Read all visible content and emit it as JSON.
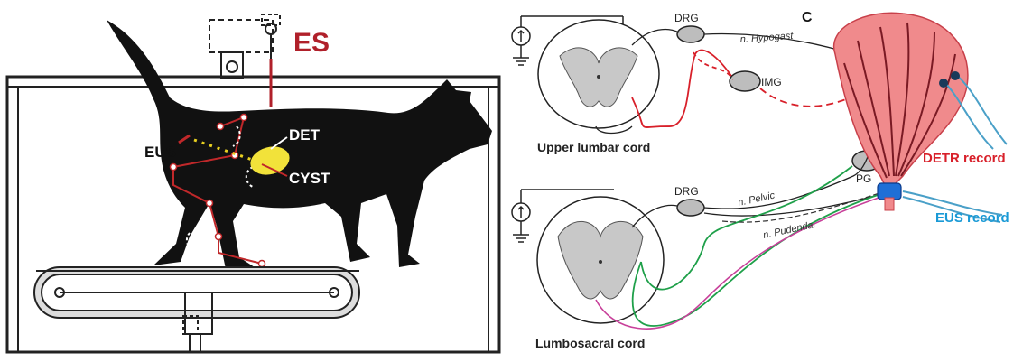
{
  "left_panel": {
    "es_label": "ES",
    "eus_label": "EUS",
    "det_label": "DET",
    "cyst_label": "CYST"
  },
  "right_panel": {
    "panel_letter": "C",
    "upper_cord_label": "Upper lumbar cord",
    "lower_cord_label": "Lumbosacral cord",
    "drg_upper": "DRG",
    "drg_lower": "DRG",
    "img_label": "IMG",
    "pg_label": "PG",
    "hypogast_label": "n. Hypogast",
    "pelvic_label": "n. Pelvic",
    "pudendal_label": "n. Pudendal",
    "detr_record": "DETR record",
    "eus_record": "EUS record"
  },
  "colors": {
    "es_red": "#b0202a",
    "bladder": "#f08a8c",
    "detr_text": "#d8202a",
    "eus_text": "#1a9ad6",
    "nerve_red": "#d8202a",
    "nerve_green": "#1fa04a",
    "nerve_pink": "#c8409a",
    "cord_gray": "#c8c8c8",
    "ganglion_gray": "#bdbdbd"
  }
}
